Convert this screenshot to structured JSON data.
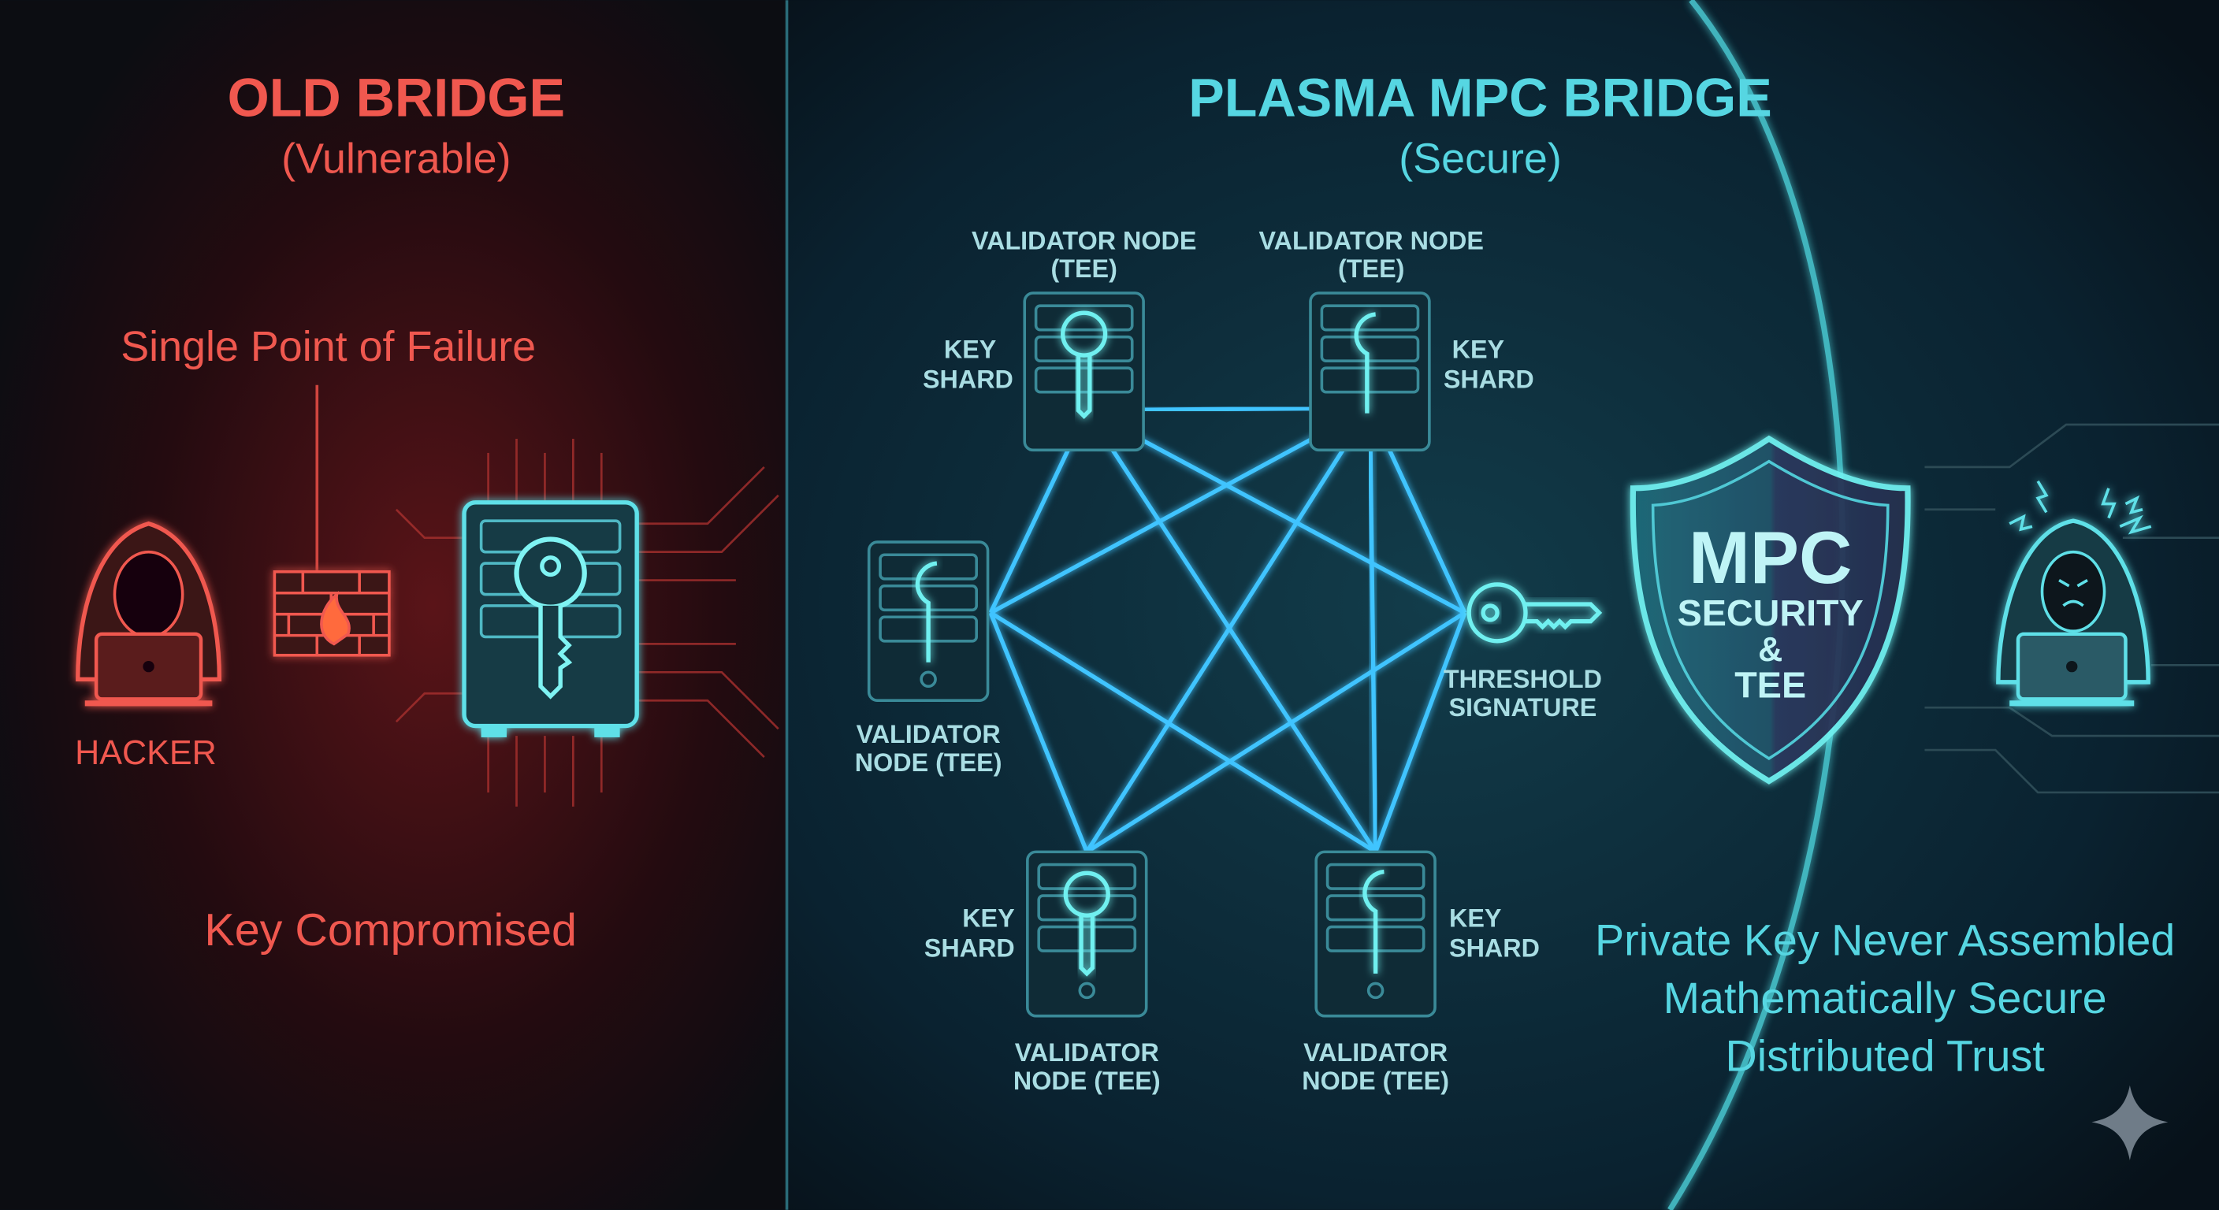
{
  "left_panel": {
    "title": "OLD BRIDGE",
    "subtitle": "(Vulnerable)",
    "annotation_top": "Single Point of Failure",
    "hacker_label": "HACKER",
    "annotation_bottom": "Key Compromised"
  },
  "right_panel": {
    "title": "PLASMA MPC BRIDGE",
    "subtitle": "(Secure)",
    "nodes": [
      {
        "label_line1": "VALIDATOR NODE",
        "label_line2": "(TEE)",
        "shard_line1": "KEY",
        "shard_line2": "SHARD"
      },
      {
        "label_line1": "VALIDATOR NODE",
        "label_line2": "(TEE)",
        "shard_line1": "KEY",
        "shard_line2": "SHARD"
      },
      {
        "label_line1": "VALIDATOR",
        "label_line2": "NODE (TEE)"
      },
      {
        "label_line1": "VALIDATOR",
        "label_line2": "NODE (TEE)",
        "shard_line1": "KEY",
        "shard_line2": "SHARD"
      },
      {
        "label_line1": "VALIDATOR",
        "label_line2": "NODE (TEE)",
        "shard_line1": "KEY",
        "shard_line2": "SHARD"
      }
    ],
    "threshold_line1": "THRESHOLD",
    "threshold_line2": "SIGNATURE",
    "shield": {
      "line1": "MPC",
      "line2": "SECURITY",
      "line3": "&",
      "line4": "TEE"
    },
    "benefits": [
      "Private Key Never Assembled",
      "Mathematically Secure",
      "Distributed Trust"
    ]
  },
  "colors": {
    "danger": "#f0584f",
    "secure": "#56d6e2",
    "network": "#3fc4ff",
    "background": "#07111a"
  }
}
